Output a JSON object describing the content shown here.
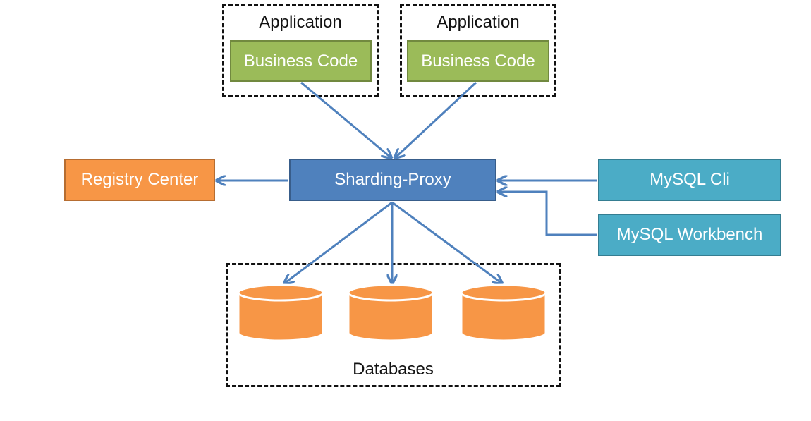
{
  "diagram": {
    "applications": [
      {
        "title": "Application",
        "code_label": "Business Code"
      },
      {
        "title": "Application",
        "code_label": "Business Code"
      }
    ],
    "proxy": {
      "label": "Sharding-Proxy"
    },
    "registry": {
      "label": "Registry Center"
    },
    "clients": [
      {
        "label": "MySQL Cli"
      },
      {
        "label": "MySQL Workbench"
      }
    ],
    "databases": {
      "label": "Databases"
    },
    "colors": {
      "business_fill": "#9bbb59",
      "business_border": "#71893f",
      "proxy_fill": "#4f81bd",
      "proxy_border": "#385d8a",
      "registry_fill": "#f79646",
      "registry_border": "#b66d31",
      "client_fill": "#4bacc6",
      "client_border": "#357d91",
      "db_fill": "#f79646",
      "arrow": "#4f81bd"
    }
  }
}
